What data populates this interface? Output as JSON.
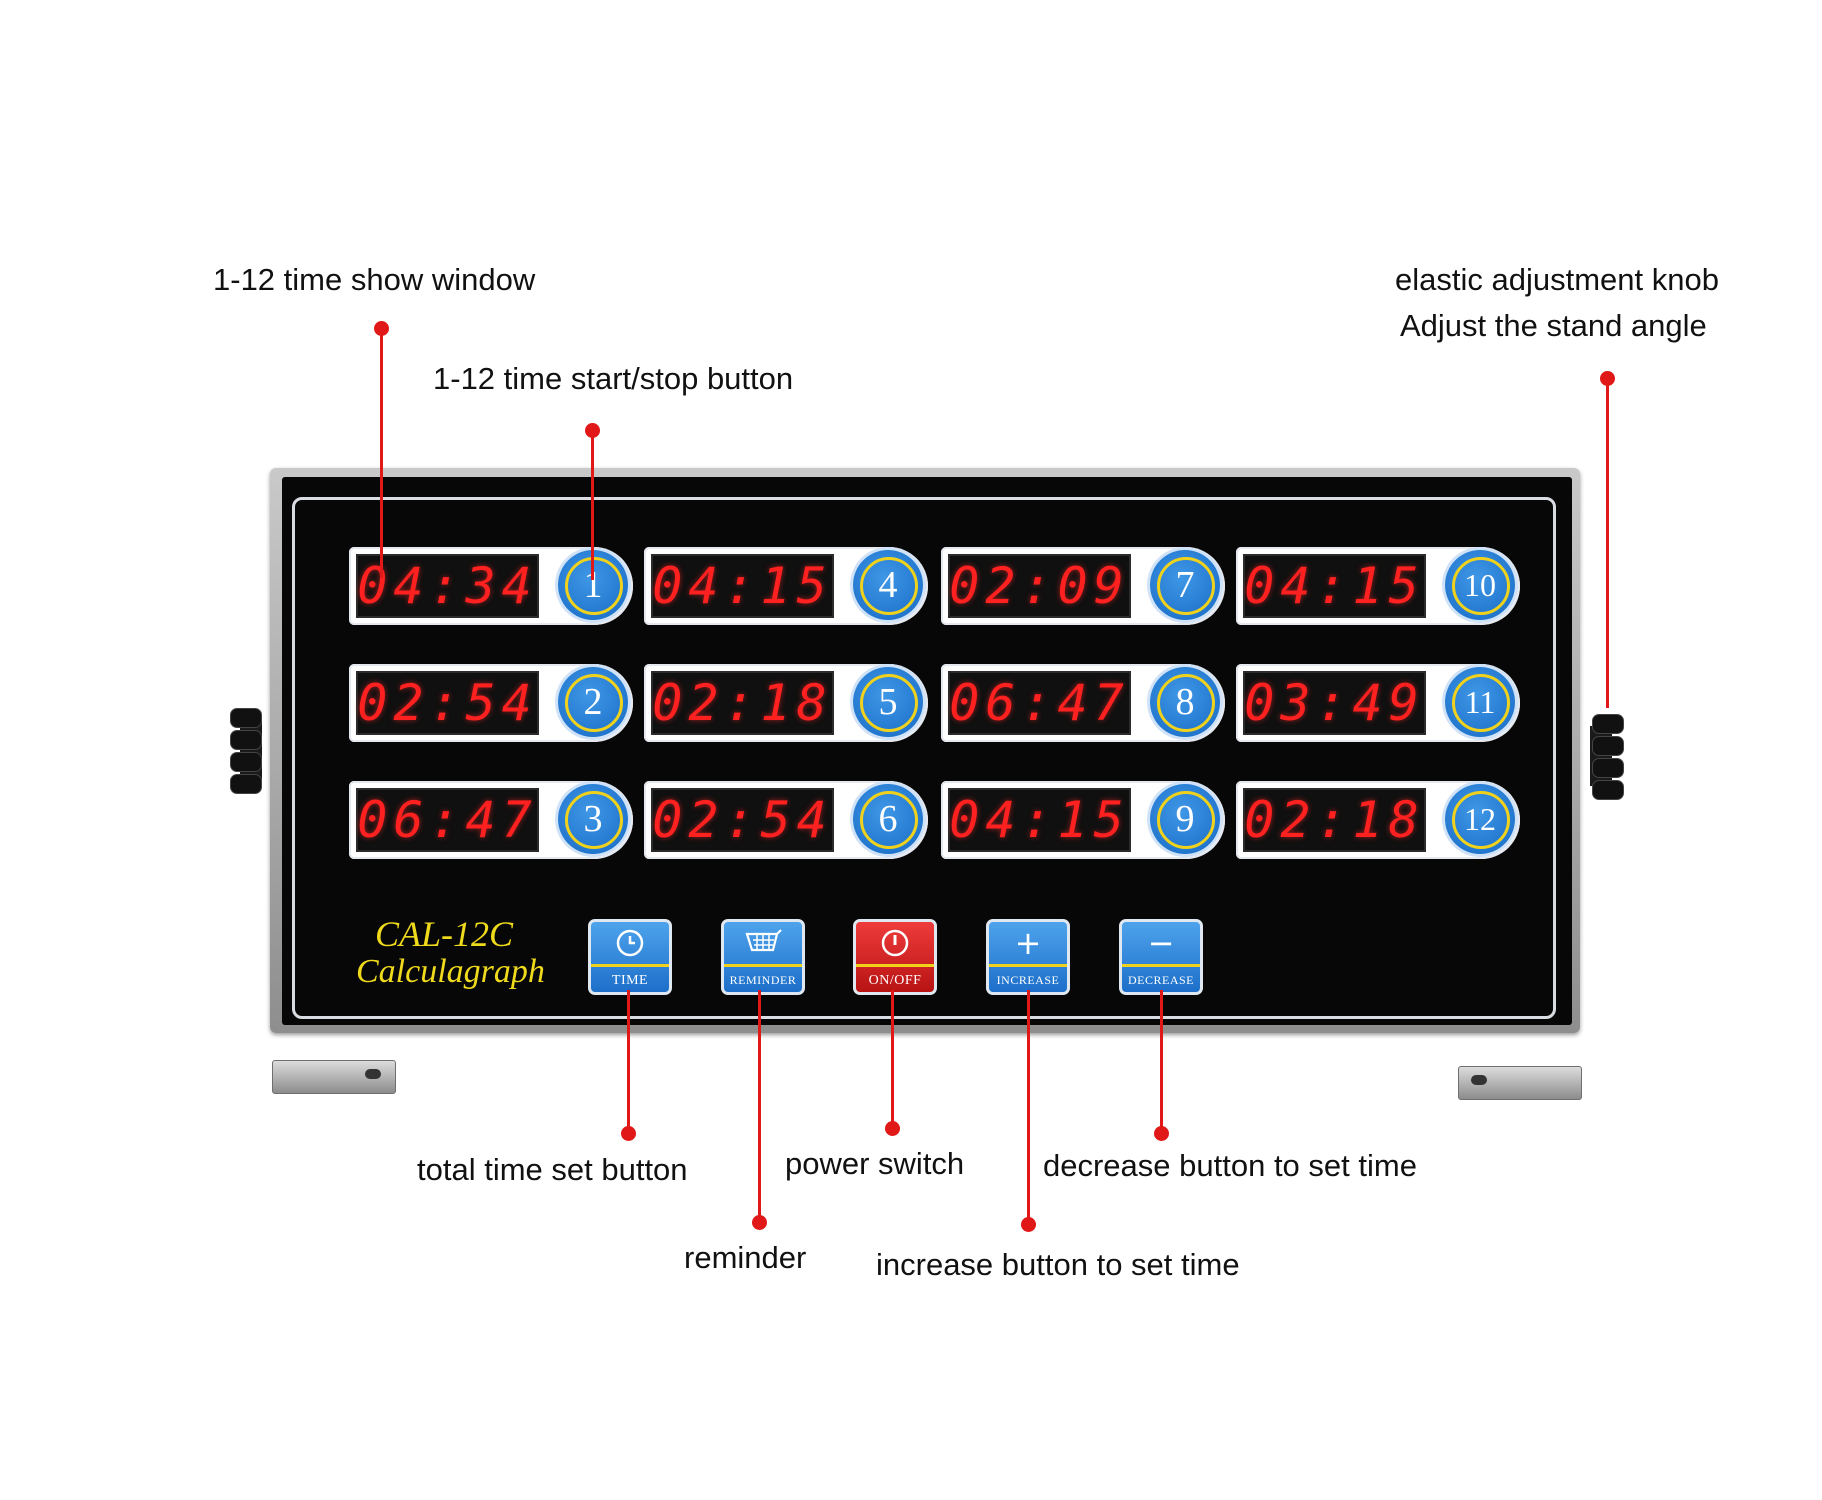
{
  "model": "CAL-12C",
  "product_name": "Calculagraph",
  "annotations": {
    "time_show_window": "1-12 time show window",
    "start_stop_button": "1-12 time start/stop button",
    "knob_line1": "elastic adjustment knob",
    "knob_line2": "Adjust the stand angle",
    "total_time_set": "total time set button",
    "reminder": "reminder",
    "power_switch": "power switch",
    "increase": "increase button to set time",
    "decrease": "decrease button to set time"
  },
  "timers": [
    {
      "number": "1",
      "time": "04:34"
    },
    {
      "number": "2",
      "time": "02:54"
    },
    {
      "number": "3",
      "time": "06:47"
    },
    {
      "number": "4",
      "time": "04:15"
    },
    {
      "number": "5",
      "time": "02:18"
    },
    {
      "number": "6",
      "time": "02:54"
    },
    {
      "number": "7",
      "time": "02:09"
    },
    {
      "number": "8",
      "time": "06:47"
    },
    {
      "number": "9",
      "time": "04:15"
    },
    {
      "number": "10",
      "time": "04:15"
    },
    {
      "number": "11",
      "time": "03:49"
    },
    {
      "number": "12",
      "time": "02:18"
    }
  ],
  "controls": [
    {
      "label": "TIME",
      "icon": "clock-icon",
      "color": "#1d6fc9"
    },
    {
      "label": "REMINDER",
      "icon": "basket-icon",
      "color": "#1d6fc9"
    },
    {
      "label": "ON/OFF",
      "icon": "power-icon",
      "color": "#c41717"
    },
    {
      "label": "INCREASE",
      "icon": "plus-icon",
      "color": "#1d6fc9"
    },
    {
      "label": "DECREASE",
      "icon": "minus-icon",
      "color": "#1d6fc9"
    }
  ],
  "colors": {
    "annotation_line": "#e01818",
    "digits": "#ff2020",
    "brand_text": "#f0da1c",
    "button_blue": "#1d6fc9"
  }
}
